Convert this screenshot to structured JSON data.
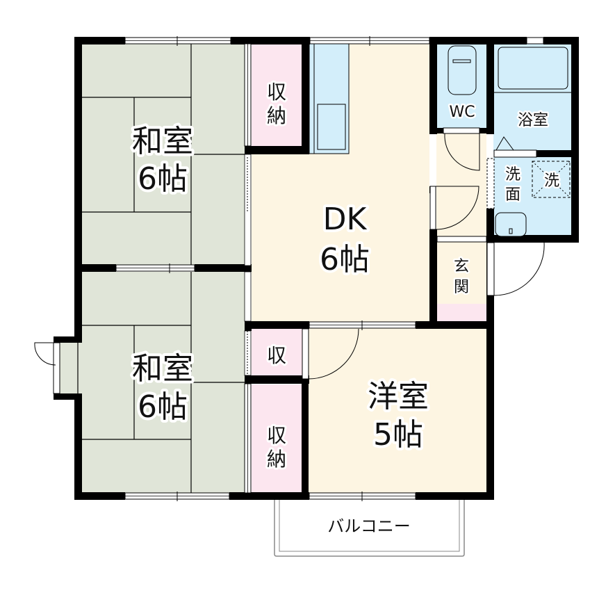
{
  "colors": {
    "tatami": "#e0e5d8",
    "flooring": "#fdf5e2",
    "storage": "#fce6ef",
    "wet": "#d3eefa",
    "wall": "#000000"
  },
  "rooms": {
    "washitsu_1": {
      "name": "和室",
      "size": "6帖"
    },
    "washitsu_2": {
      "name": "和室",
      "size": "6帖"
    },
    "dk": {
      "name": "DK",
      "size": "6帖"
    },
    "yoshitsu": {
      "name": "洋室",
      "size": "5帖"
    },
    "storage_top": {
      "line1": "収",
      "line2": "納"
    },
    "storage_small": {
      "label": "収"
    },
    "storage_bottom": {
      "line1": "収",
      "line2": "納"
    },
    "wc": {
      "label": "WC"
    },
    "bath": {
      "label": "浴室"
    },
    "washroom": {
      "line1": "洗",
      "line2": "面"
    },
    "washer": {
      "label": "洗"
    },
    "entrance": {
      "line1": "玄",
      "line2": "関"
    },
    "balcony": {
      "label": "バルコニー"
    }
  }
}
